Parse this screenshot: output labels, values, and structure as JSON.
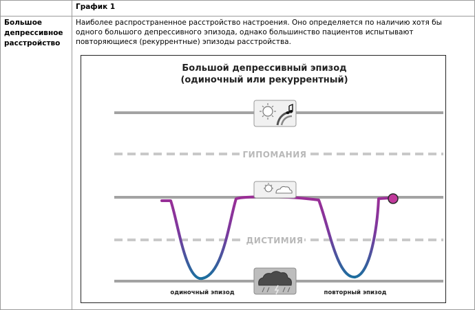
{
  "table": {
    "caption": "График 1",
    "term": "Большое депрессивное расстройство",
    "description": "Наиболее распространенное расстройство настроения. Оно определяется по наличию хотя бы одного большого депрессивного эпизода, однако большинство пациентов испытывают повторяющиеся (рекуррентные) эпизоды расстройства."
  },
  "figure": {
    "title_line1": "Большой депрессивный эпизод",
    "title_line2": "(одиночный или рекуррентный)",
    "band_hypomania": "ГИПОМАНИЯ",
    "band_dysthymia": "ДИСТИМИЯ",
    "episode_single": "одиночный эпизод",
    "episode_repeat": "повторный эпизод",
    "icons": {
      "mania": "sun-music-icon",
      "normal": "sun-cloud-icon",
      "depression": "storm-cloud-icon"
    },
    "colors": {
      "line": "#a3a3a3",
      "curve_top": "#9b2d96",
      "curve_bottom": "#1a6f9e",
      "end_marker": "#c0399b"
    }
  }
}
